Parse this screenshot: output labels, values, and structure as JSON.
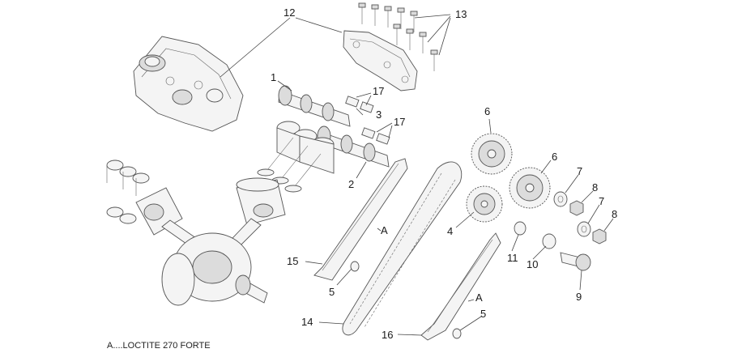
{
  "callouts": [
    {
      "id": "c12",
      "text": "12"
    },
    {
      "id": "c13",
      "text": "13"
    },
    {
      "id": "c1",
      "text": "1"
    },
    {
      "id": "c17a",
      "text": "17"
    },
    {
      "id": "c3",
      "text": "3"
    },
    {
      "id": "c17b",
      "text": "17"
    },
    {
      "id": "c2",
      "text": "2"
    },
    {
      "id": "c6a",
      "text": "6"
    },
    {
      "id": "c6b",
      "text": "6"
    },
    {
      "id": "c7a",
      "text": "7"
    },
    {
      "id": "c8a",
      "text": "8"
    },
    {
      "id": "c7b",
      "text": "7"
    },
    {
      "id": "c8b",
      "text": "8"
    },
    {
      "id": "cA1",
      "text": "A"
    },
    {
      "id": "c4",
      "text": "4"
    },
    {
      "id": "c11",
      "text": "11"
    },
    {
      "id": "c10",
      "text": "10"
    },
    {
      "id": "c15",
      "text": "15"
    },
    {
      "id": "c5a",
      "text": "5"
    },
    {
      "id": "c9",
      "text": "9"
    },
    {
      "id": "cA2",
      "text": "A"
    },
    {
      "id": "c5b",
      "text": "5"
    },
    {
      "id": "c14",
      "text": "14"
    },
    {
      "id": "c16",
      "text": "16"
    }
  ],
  "footnote": "A....LOCTITE 270 FORTE"
}
